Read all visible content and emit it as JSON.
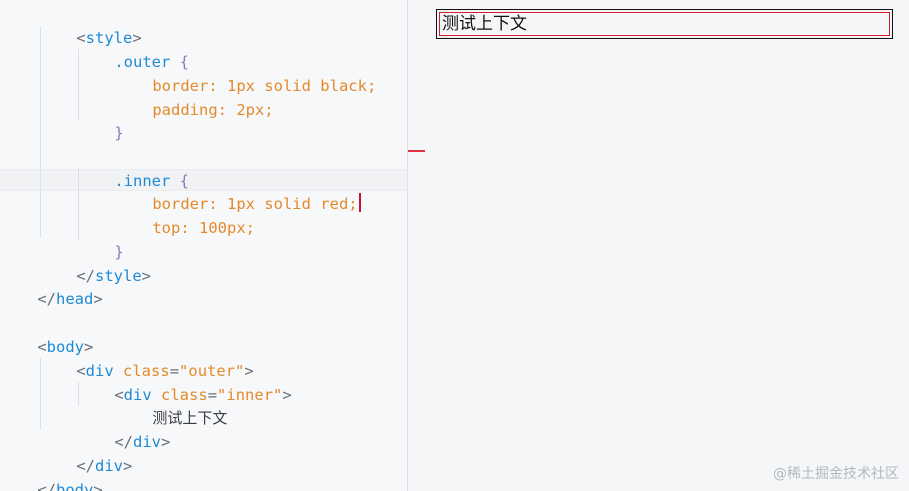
{
  "code": {
    "l1": {
      "open": "<",
      "tag": "style",
      "close": ">"
    },
    "l2": {
      "selector": ".outer",
      "brace": "{"
    },
    "l3": {
      "prop": "border: 1px solid black;"
    },
    "l4": {
      "prop": "padding: 2px;"
    },
    "l5": {
      "brace": "}"
    },
    "l6": {
      "selector": ".inner",
      "brace": "{"
    },
    "l7": {
      "prop": "border: 1px solid red;"
    },
    "l8": {
      "prop": "top: 100px;"
    },
    "l9": {
      "brace": "}"
    },
    "l10": {
      "open": "</",
      "tag": "style",
      "close": ">"
    },
    "l11": {
      "open": "</",
      "tag": "head",
      "close": ">"
    },
    "l12": {
      "open": "<",
      "tag": "body",
      "close": ">"
    },
    "l13": {
      "open": "<",
      "tag": "div",
      "attr": "class",
      "eq": "=",
      "val": "\"outer\"",
      "close": ">"
    },
    "l14": {
      "open": "<",
      "tag": "div",
      "attr": "class",
      "eq": "=",
      "val": "\"inner\"",
      "close": ">"
    },
    "l15": {
      "text": "测试上下文"
    },
    "l16": {
      "open": "</",
      "tag": "div",
      "close": ">"
    },
    "l17": {
      "open": "</",
      "tag": "div",
      "close": ">"
    },
    "l18": {
      "open": "</",
      "tag": "body",
      "close": ">"
    }
  },
  "preview": {
    "inner_text": "测试上下文"
  },
  "watermark": "@稀土掘金技术社区",
  "colors": {
    "tag": "#1f8ad4",
    "attribute": "#e38a2b",
    "brace": "#8a7ac0",
    "caret": "#c8102e",
    "outer_border": "#111111",
    "inner_border": "#d21f2b"
  }
}
